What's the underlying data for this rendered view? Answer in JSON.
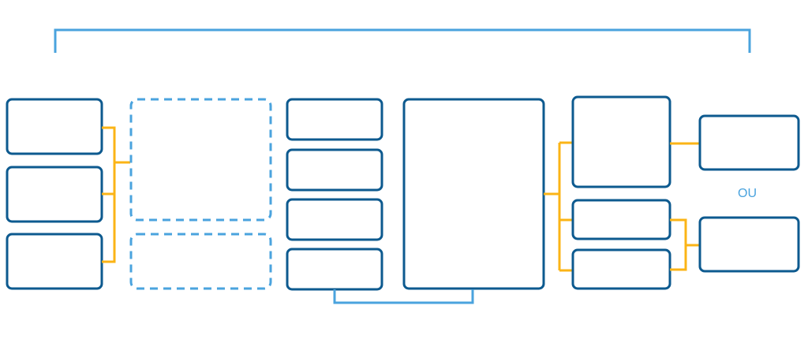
{
  "diagram": {
    "title": "",
    "or_label": "OU",
    "colors": {
      "box_stroke": "#0d5a8f",
      "dashed_box_stroke": "#4aa3de",
      "bracket": "#4aa3de",
      "connector": "#fbb416",
      "label": "#4aa3de"
    },
    "groups": [
      {
        "name": "input-boxes",
        "count": 3,
        "style": "solid"
      },
      {
        "name": "dashed-boxes",
        "count": 2,
        "style": "dashed"
      },
      {
        "name": "stack-boxes",
        "count": 4,
        "style": "solid"
      },
      {
        "name": "large-box",
        "count": 1,
        "style": "solid"
      },
      {
        "name": "branch-boxes",
        "count": 3,
        "style": "solid"
      },
      {
        "name": "output-boxes",
        "count": 2,
        "style": "solid"
      }
    ]
  }
}
